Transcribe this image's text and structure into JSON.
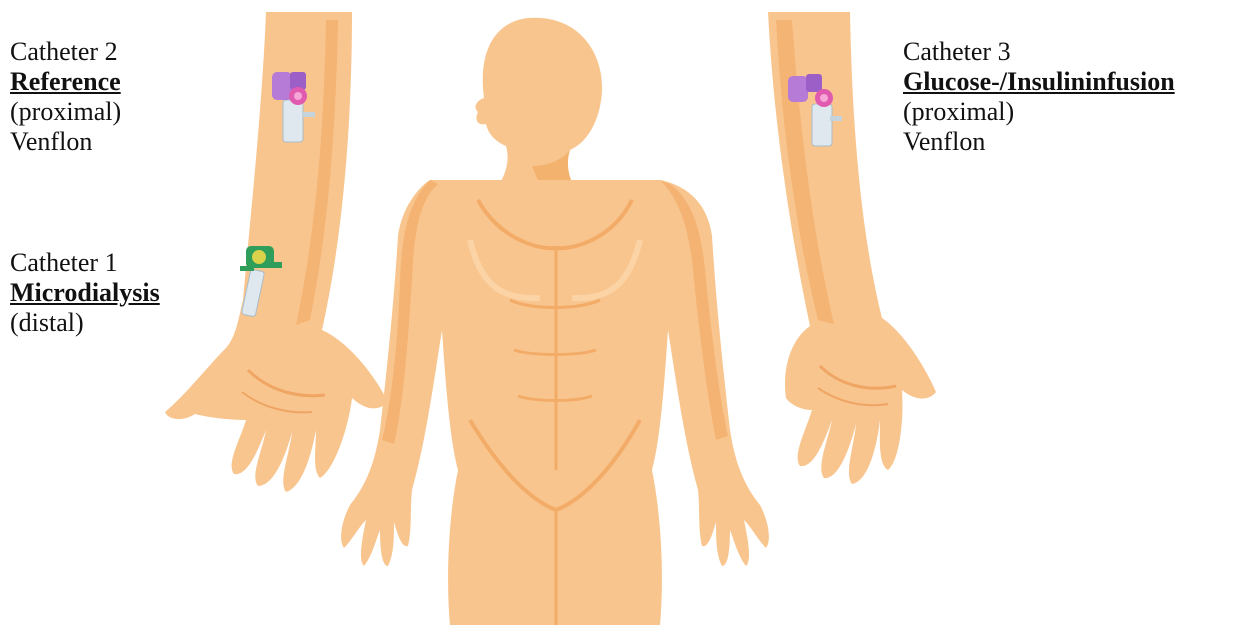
{
  "colors": {
    "skin": "#f9c58e",
    "skin_shade": "#f2ac68",
    "skin_light": "#fcd8ae",
    "catheter_purple": "#b57bd6",
    "catheter_pink": "#e05ab0",
    "catheter_green": "#2f9e5a",
    "tube": "#dfe8ee"
  },
  "labels": {
    "catheter2": {
      "title": "Catheter 2",
      "name": "Reference",
      "position": "(proximal)",
      "device": "Venflon"
    },
    "catheter1": {
      "title": "Catheter 1",
      "name": "Microdialysis",
      "position": "(distal)"
    },
    "catheter3": {
      "title": "Catheter 3",
      "name": "Glucose-/Insulininfusion",
      "position": "(proximal)",
      "device": "Venflon"
    }
  },
  "figures": {
    "left_arm": "left-forearm-illustration",
    "right_arm": "right-forearm-illustration",
    "body": "human-body-illustration"
  }
}
